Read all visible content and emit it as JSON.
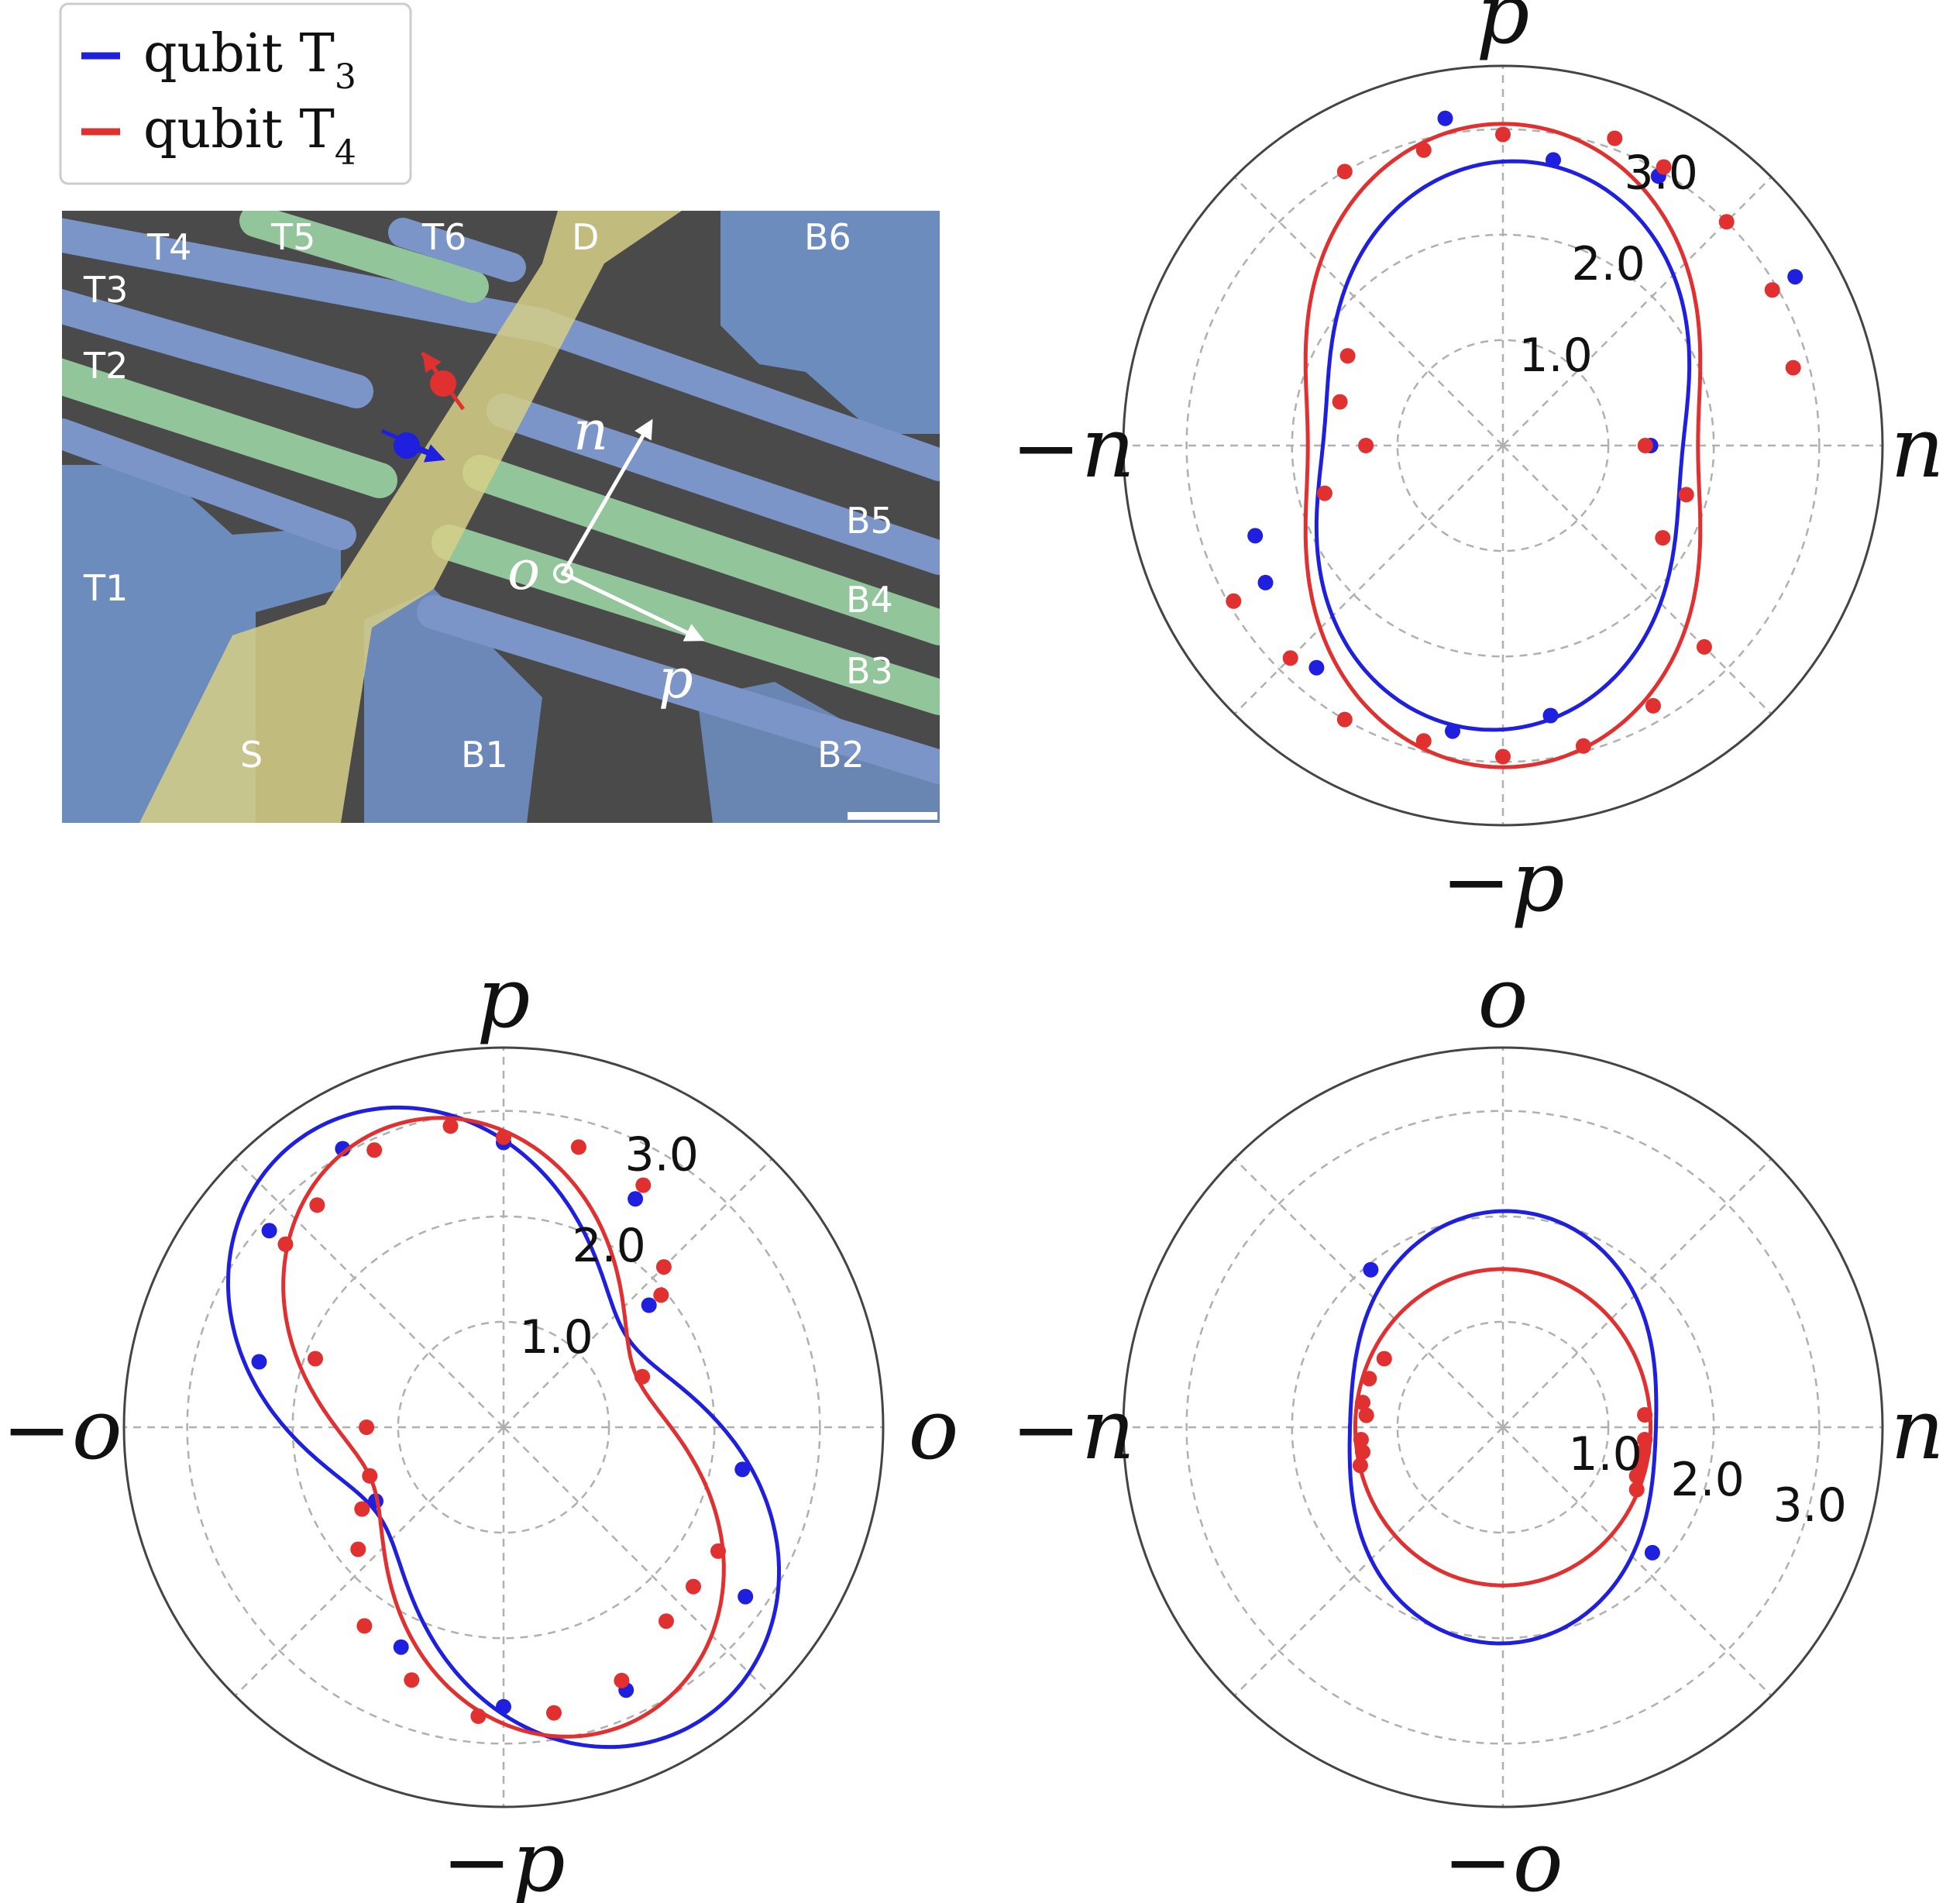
{
  "legend": {
    "entries": [
      {
        "text": "qubit T",
        "sub": "3",
        "color": "#1f1fe0"
      },
      {
        "text": "qubit T",
        "sub": "4",
        "color": "#e03030"
      }
    ]
  },
  "sem": {
    "labels": [
      "T4",
      "T5",
      "T6",
      "D",
      "B6",
      "T3",
      "T2",
      "T1",
      "B5",
      "B4",
      "B3",
      "S",
      "B1",
      "B2"
    ],
    "axis_labels": {
      "n": "n",
      "o": "o",
      "p": "p"
    }
  },
  "colors": {
    "qubit_T3": "#1f1fe0",
    "qubit_T4": "#e03030",
    "grid": "#b0b0b0",
    "axis_circle": "#444444"
  },
  "chart_data": [
    {
      "type": "polar",
      "direction_labels": {
        "top": "p",
        "bottom": "−p",
        "left": "−n",
        "right": "n"
      },
      "r_ticks": [
        "1.0",
        "2.0",
        "3.0"
      ],
      "rlim": [
        0,
        3.6
      ],
      "grid": true,
      "angle_convention": "degrees counterclockwise from the right label",
      "series": [
        {
          "name": "qubit T3",
          "fit": {
            "a": 2.2,
            "b": 0.5,
            "phase_deg": 85
          },
          "points": [
            [
              100,
              3.15
            ],
            [
              80,
              2.75
            ],
            [
              60,
              2.95
            ],
            [
              30,
              3.2
            ],
            [
              0,
              1.4
            ],
            [
              -80,
              2.6
            ],
            [
              -100,
              2.75
            ],
            [
              -130,
              2.75
            ],
            [
              -150,
              2.6
            ],
            [
              -160,
              2.5
            ]
          ]
        },
        {
          "name": "qubit T4",
          "fit": {
            "a": 2.45,
            "b": 0.6,
            "phase_deg": 90
          },
          "points": [
            [
              120,
              3.0
            ],
            [
              105,
              2.9
            ],
            [
              90,
              2.95
            ],
            [
              70,
              3.1
            ],
            [
              60,
              3.05
            ],
            [
              45,
              3.0
            ],
            [
              30,
              2.95
            ],
            [
              15,
              2.85
            ],
            [
              0,
              1.35
            ],
            [
              -15,
              1.8
            ],
            [
              -30,
              1.75
            ],
            [
              -45,
              2.7
            ],
            [
              -60,
              2.85
            ],
            [
              -75,
              2.95
            ],
            [
              -90,
              2.95
            ],
            [
              -105,
              2.9
            ],
            [
              -120,
              3.0
            ],
            [
              -135,
              2.85
            ],
            [
              -150,
              2.95
            ],
            [
              -165,
              1.75
            ],
            [
              180,
              1.3
            ],
            [
              165,
              1.6
            ],
            [
              150,
              1.7
            ]
          ]
        }
      ]
    },
    {
      "type": "polar",
      "direction_labels": {
        "top": "p",
        "bottom": "−p",
        "left": "−o",
        "right": "o"
      },
      "r_ticks": [
        "1.0",
        "2.0",
        "3.0"
      ],
      "rlim": [
        0,
        3.6
      ],
      "grid": true,
      "angle_convention": "degrees counterclockwise from the right label",
      "series": [
        {
          "name": "qubit T3",
          "fit": {
            "a": 2.4,
            "b": 0.95,
            "phase_deg": 125
          },
          "points": [
            [
              90,
              2.7
            ],
            [
              60,
              2.5
            ],
            [
              40,
              1.8
            ],
            [
              -10,
              2.3
            ],
            [
              -35,
              2.8
            ],
            [
              -65,
              2.75
            ],
            [
              -90,
              2.65
            ],
            [
              -115,
              2.3
            ],
            [
              -150,
              1.4
            ],
            [
              165,
              2.4
            ],
            [
              140,
              2.9
            ],
            [
              120,
              3.05
            ]
          ]
        },
        {
          "name": "qubit T4",
          "fit": {
            "a": 2.2,
            "b": 0.85,
            "phase_deg": 112
          },
          "points": [
            [
              90,
              2.75
            ],
            [
              75,
              2.75
            ],
            [
              60,
              2.65
            ],
            [
              45,
              2.15
            ],
            [
              40,
              1.95
            ],
            [
              20,
              1.4
            ],
            [
              -30,
              2.35
            ],
            [
              -40,
              2.35
            ],
            [
              -50,
              2.4
            ],
            [
              -65,
              2.65
            ],
            [
              -80,
              2.75
            ],
            [
              -95,
              2.75
            ],
            [
              -110,
              2.55
            ],
            [
              -125,
              2.3
            ],
            [
              -140,
              1.8
            ],
            [
              -150,
              1.55
            ],
            [
              -160,
              1.35
            ],
            [
              180,
              1.3
            ],
            [
              160,
              1.9
            ],
            [
              140,
              2.7
            ],
            [
              130,
              2.75
            ],
            [
              115,
              2.9
            ],
            [
              100,
              2.9
            ]
          ]
        }
      ]
    },
    {
      "type": "polar",
      "direction_labels": {
        "top": "o",
        "bottom": "−o",
        "left": "−n",
        "right": "n"
      },
      "r_ticks": [
        "1.0",
        "2.0",
        "3.0"
      ],
      "rlim": [
        0,
        3.6
      ],
      "grid": true,
      "angle_convention": "degrees counterclockwise from the right label",
      "series": [
        {
          "name": "qubit T3",
          "fit": {
            "a": 1.75,
            "b": 0.3,
            "phase_deg": 88
          },
          "points": [
            [
              130,
              1.95
            ],
            [
              -40,
              1.85
            ]
          ]
        },
        {
          "name": "qubit T4",
          "fit": {
            "a": 1.45,
            "b": 0.05,
            "phase_deg": 90
          },
          "points": [
            [
              150,
              1.3
            ],
            [
              160,
              1.35
            ],
            [
              170,
              1.35
            ],
            [
              175,
              1.3
            ],
            [
              185,
              1.35
            ],
            [
              190,
              1.35
            ],
            [
              195,
              1.4
            ],
            [
              5,
              1.35
            ],
            [
              -5,
              1.35
            ],
            [
              -10,
              1.35
            ],
            [
              -15,
              1.35
            ],
            [
              -20,
              1.35
            ],
            [
              -25,
              1.4
            ]
          ]
        }
      ]
    }
  ]
}
